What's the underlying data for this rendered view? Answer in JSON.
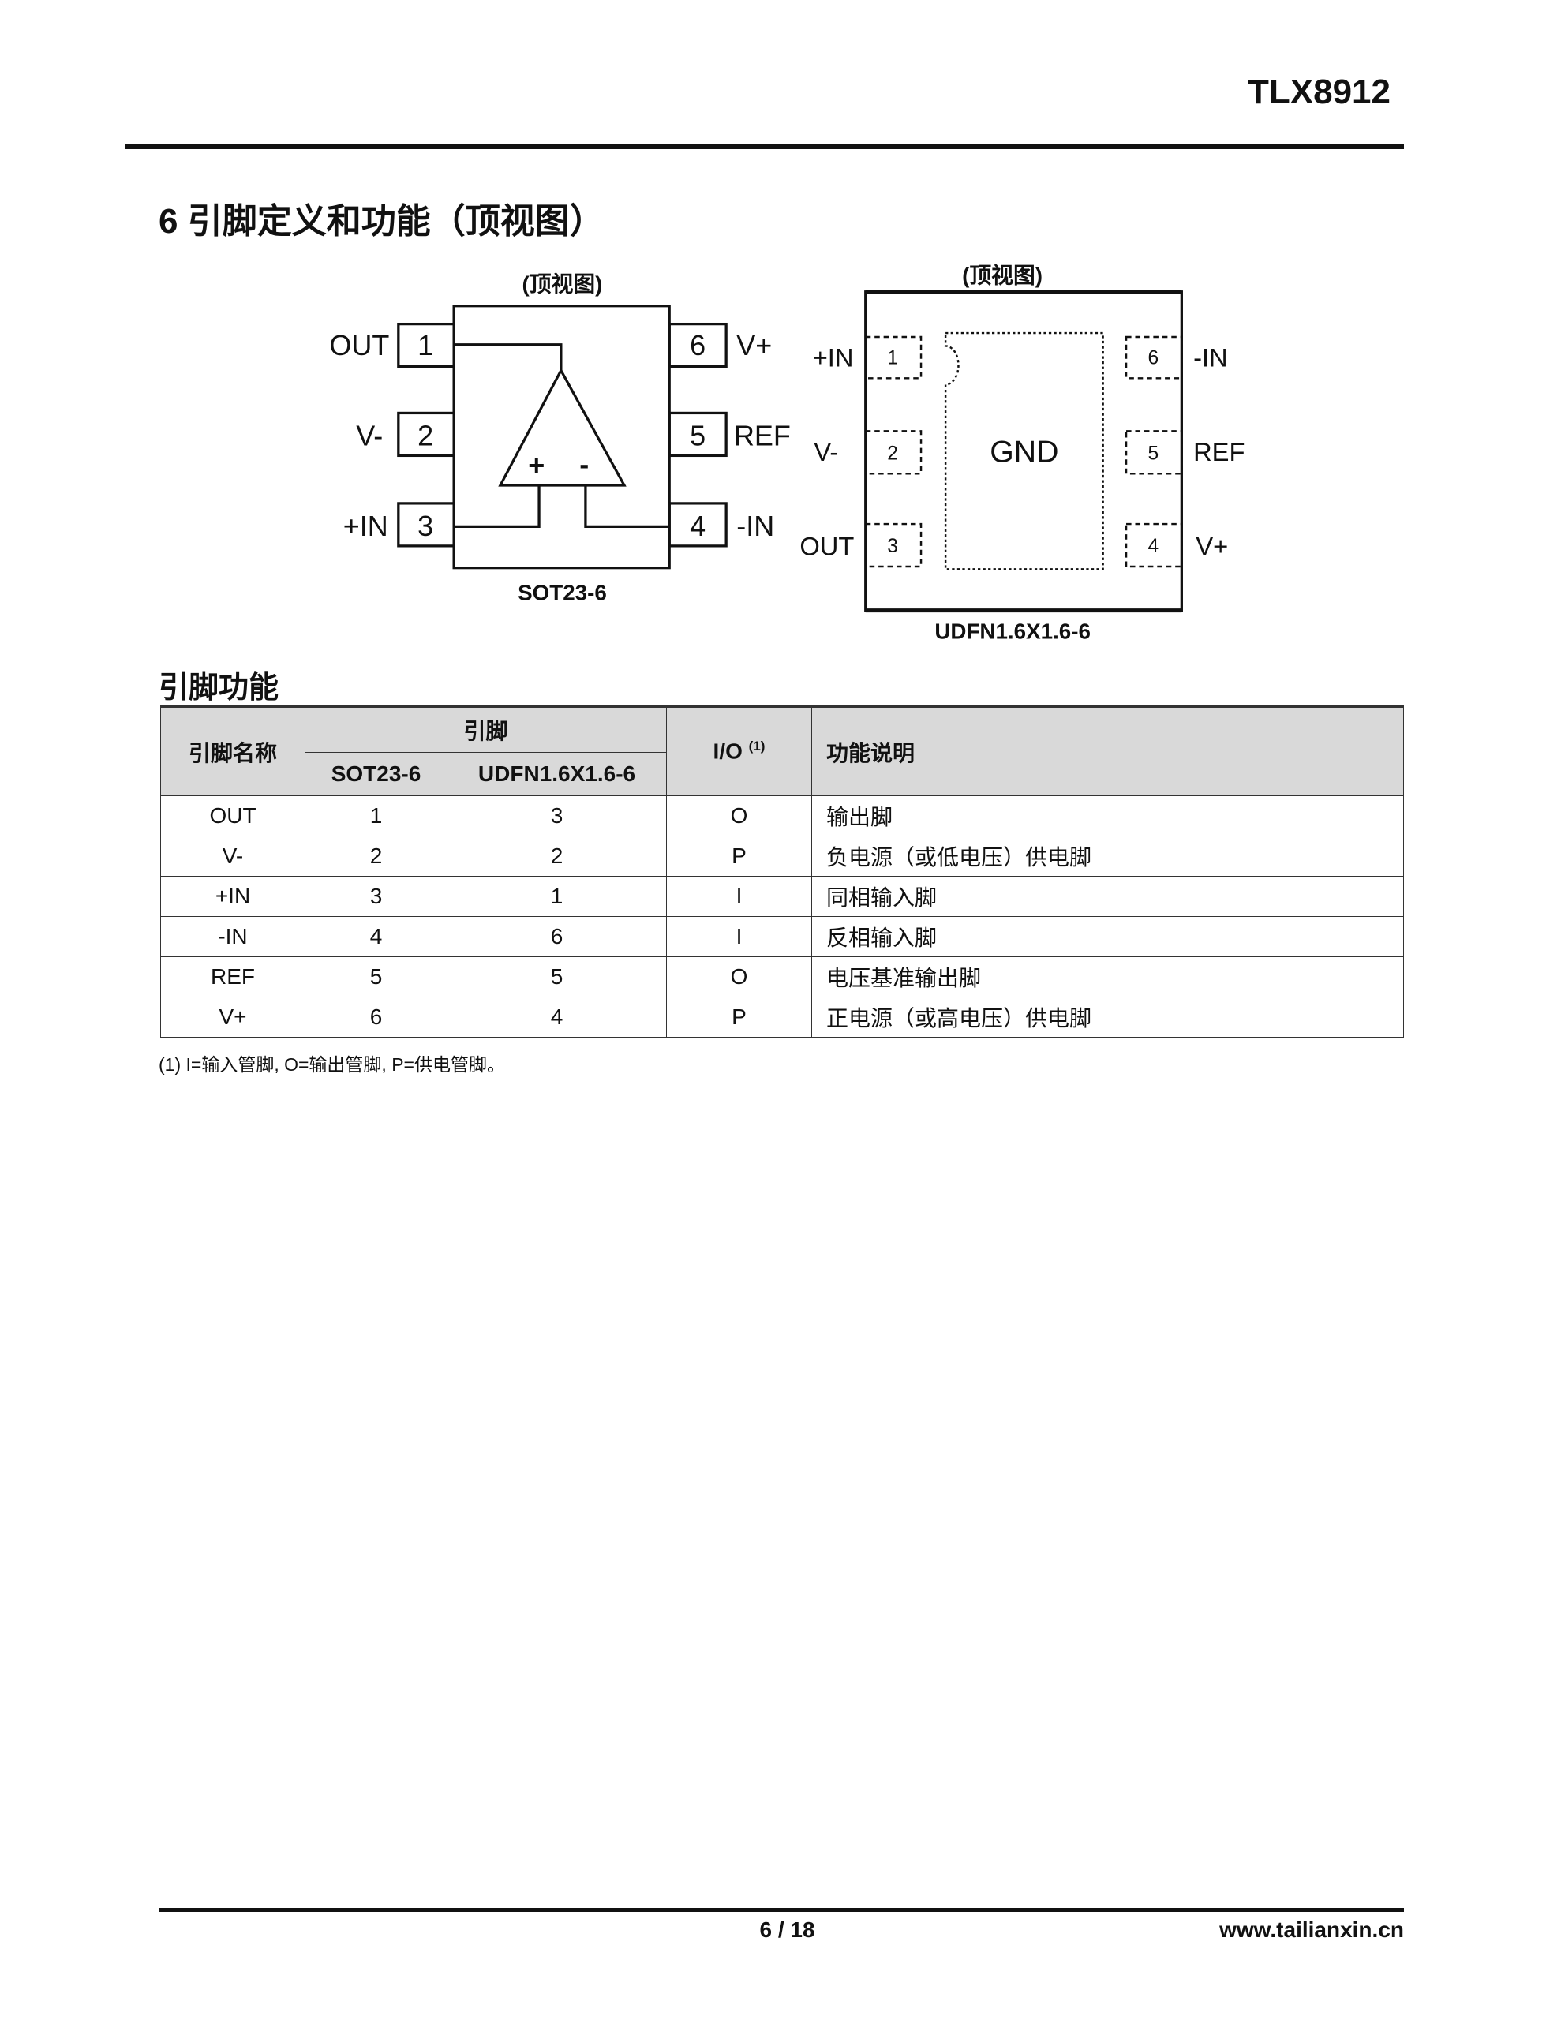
{
  "header": {
    "doc_id": "TLX8912"
  },
  "section": {
    "title": "6 引脚定义和功能（顶视图）"
  },
  "sot": {
    "top_view": "(顶视图)",
    "package": "SOT23-6",
    "left_pins": [
      {
        "num": "1",
        "label": "OUT"
      },
      {
        "num": "2",
        "label": "V-"
      },
      {
        "num": "3",
        "label": "+IN"
      }
    ],
    "right_pins": [
      {
        "num": "6",
        "label": "V+"
      },
      {
        "num": "5",
        "label": "REF"
      },
      {
        "num": "4",
        "label": "-IN"
      }
    ],
    "plus": "+",
    "minus": "-"
  },
  "udfn": {
    "top_view": "(顶视图)",
    "package": "UDFN1.6X1.6-6",
    "pad": "GND",
    "left_pins": [
      {
        "num": "1",
        "label": "+IN"
      },
      {
        "num": "2",
        "label": "V-"
      },
      {
        "num": "3",
        "label": "OUT"
      }
    ],
    "right_pins": [
      {
        "num": "6",
        "label": "-IN"
      },
      {
        "num": "5",
        "label": "REF"
      },
      {
        "num": "4",
        "label": "V+"
      }
    ]
  },
  "pin_table": {
    "title": "引脚功能",
    "headers": {
      "name": "引脚名称",
      "pin": "引脚",
      "sot": "SOT23-6",
      "udfn": "UDFN1.6X1.6-6",
      "io": "I/O",
      "io_note": "(1)",
      "desc": "功能说明"
    },
    "rows": [
      [
        "OUT",
        "1",
        "3",
        "O",
        "输出脚"
      ],
      [
        "V-",
        "2",
        "2",
        "P",
        "负电源（或低电压）供电脚"
      ],
      [
        "+IN",
        "3",
        "1",
        "I",
        "同相输入脚"
      ],
      [
        "-IN",
        "4",
        "6",
        "I",
        "反相输入脚"
      ],
      [
        "REF",
        "5",
        "5",
        "O",
        "电压基准输出脚"
      ],
      [
        "V+",
        "6",
        "4",
        "P",
        "正电源（或高电压）供电脚"
      ]
    ],
    "footnote": "(1)  I=输入管脚, O=输出管脚, P=供电管脚。"
  },
  "footer": {
    "page": "6 / 18",
    "site": "www.tailianxin.cn"
  }
}
